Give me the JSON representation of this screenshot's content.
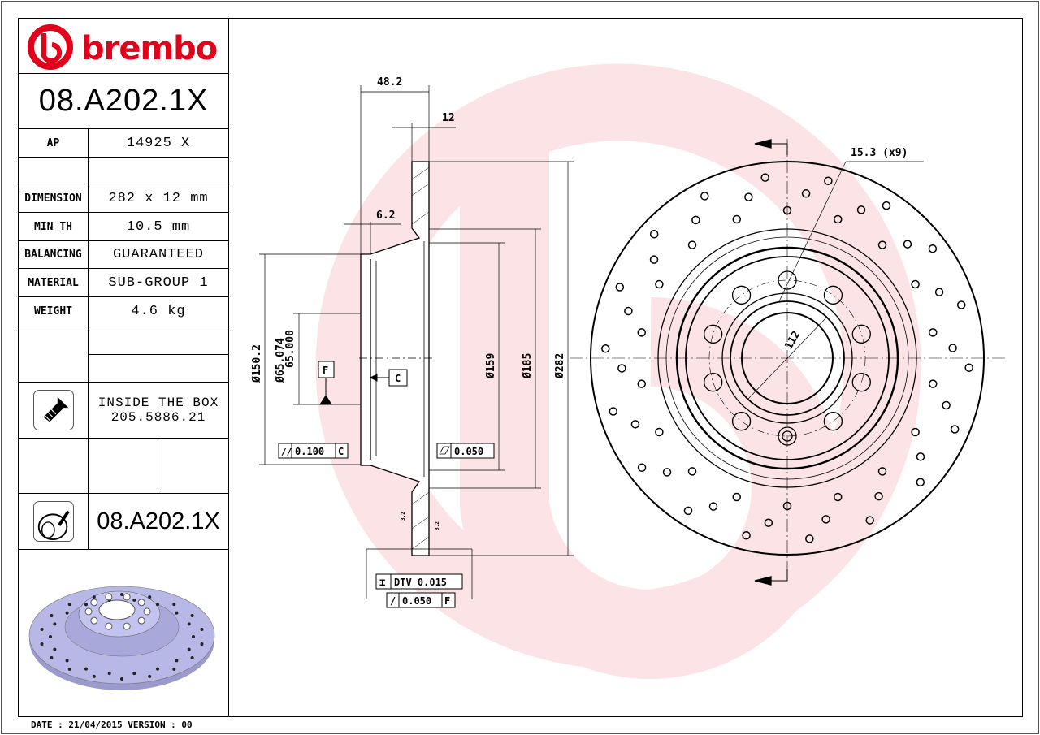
{
  "brand": {
    "logo_text": "brembo",
    "color": "#e3001b"
  },
  "part_number": "08.A202.1X",
  "specs": [
    {
      "label": "AP",
      "value": "14925 X"
    },
    {
      "label": "",
      "value": ""
    },
    {
      "label": "DIMENSION",
      "value": "282 x 12 mm"
    },
    {
      "label": "MIN TH",
      "value": "10.5 mm"
    },
    {
      "label": "BALANCING",
      "value": "GUARANTEED"
    },
    {
      "label": "MATERIAL",
      "value": "SUB-GROUP 1"
    },
    {
      "label": "WEIGHT",
      "value": "4.6 kg"
    }
  ],
  "inside_box": {
    "icon": "screw-icon",
    "line1": "INSIDE THE BOX",
    "line2": "205.5886.21"
  },
  "kit": {
    "icon": "brake-disc-icon",
    "part_number": "08.A202.1X"
  },
  "footer": "DATE : 21/04/2015 VERSION : 00",
  "drawing": {
    "dims": {
      "width": "48.2",
      "thickness": "12",
      "hat": "6.2",
      "d150": "Ø150.2",
      "d65a": "Ø65.074",
      "d65b": "65.000",
      "d159": "Ø159",
      "d185": "Ø185",
      "d282": "Ø282",
      "holes": "15.3 (x9)",
      "pcd": "112",
      "rough": "3.2"
    },
    "datum_f": "F",
    "datum_c": "C",
    "tol_parallel": {
      "value": "0.100",
      "datum": "C"
    },
    "tol_flat": {
      "value": "0.050"
    },
    "tol_dtv": {
      "value": "DTV 0.015"
    },
    "tol_runout": {
      "value": "0.050",
      "datum": "F"
    }
  },
  "colors": {
    "watermark": "#fbe3e6",
    "render": "#b7b8e6"
  }
}
